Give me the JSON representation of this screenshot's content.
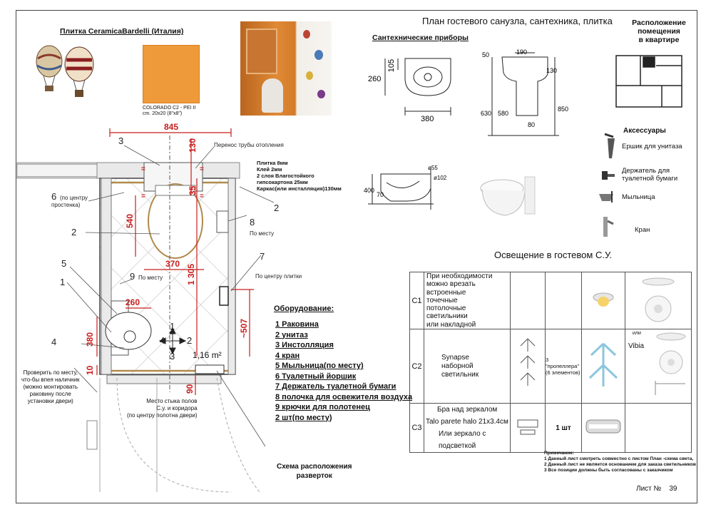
{
  "page": {
    "title": "План гостевого санузла, сантехника, плитка",
    "sheet_label": "Лист №",
    "sheet_number": "39"
  },
  "tile": {
    "heading": "Плитка CeramicaBardelli (Италия)",
    "swatch_color": "#ef9a3a",
    "caption_line1": "COLORADO C2 - PEI II",
    "caption_line2": "cm. 20x20 (8\"x8\")"
  },
  "location": {
    "title_line1": "Расположение",
    "title_line2": "помещения",
    "title_line3": "в квартире"
  },
  "fixtures": {
    "heading": "Сантехнические приборы",
    "sink_top": {
      "d1": "105",
      "d2": "260",
      "d3": "380"
    },
    "sink_side": {
      "d1": "190",
      "d2": "50",
      "d3": "130",
      "d4": "630",
      "d5": "580",
      "d6": "80",
      "d7": "850"
    },
    "toilet": {
      "d1": "ø55",
      "d2": "ø102",
      "d3": "400",
      "d4": "70"
    }
  },
  "accessories": {
    "heading": "Аксессуары",
    "items": [
      "Ершик для унитаза",
      "Держатель для",
      "туалетной бумаги",
      "Мыльница",
      "Кран"
    ]
  },
  "lighting": {
    "heading": "Освещение в гостевом С.У.",
    "rows": [
      {
        "code": "C1",
        "text": [
          "При необходимости",
          "можно врезать",
          "встроенные",
          "точечные",
          "потолочные",
          "светильники",
          "или накладной"
        ]
      },
      {
        "code": "C2",
        "text": [
          "Synapse",
          "наборной",
          "светильник"
        ],
        "qty_line1": "3 \"пропеллера\"",
        "qty_line2": "(6 элементов)",
        "alt": "или",
        "brand": "Vibia"
      },
      {
        "code": "C3",
        "line1": "Бра над зеркалом",
        "line2": "Talo parete halo 21x3.4см",
        "line3": "Или зеркало с подсветкой",
        "qty": "1 шт"
      }
    ]
  },
  "plan": {
    "dims": {
      "w845": "845",
      "h130": "130",
      "h35": "35",
      "h540": "540",
      "w370": "370",
      "h1305": "1 305",
      "w260": "260",
      "h380": "380",
      "h10": "10",
      "h90": "90",
      "h507": "~507"
    },
    "area": "1,16 m²",
    "labels": {
      "n3": "3",
      "n6": "6",
      "n6_note": "(по центру",
      "n6_note2": "простенка)",
      "n2a": "2",
      "n2b": "2",
      "n8": "8",
      "n8_note": "По месту",
      "n7": "7",
      "n7_note": "По центру плитки",
      "n5": "5",
      "n1": "1",
      "n4": "4",
      "n9": "9",
      "n9_note": "По месту",
      "arrow_4": "4",
      "arrow_2": "2",
      "arrow_1": "1",
      "arrow_3": "3"
    },
    "heating_note": "Перенос трубы отопления",
    "layers": [
      "Плитка 8мм",
      "Клей 2мм",
      "2 слоя Влагостойкого",
      "гипсокартона 25мм",
      "Каркас(или инсталляция)130мм"
    ],
    "check_note": [
      "Проверить по месту,",
      "что-бы впея наличник",
      "(можно монтировать",
      "раковину после",
      "установки двери)"
    ],
    "floor_joint": [
      "Место стыка полов",
      "С.у. и коридора",
      "(по центру полотна двери)"
    ],
    "scheme": [
      "Схема расположения",
      "разверток"
    ]
  },
  "equipment": {
    "heading": "Оборудование:",
    "items": [
      "1 Раковина",
      "2 унитаз",
      "3 Инстолляция",
      "4 кран",
      "5 Мыльница(по месту)",
      "6 Туалетный йоршик",
      "7 Держатель туалетной бумаги",
      "8 полочка для освежителя воздуха",
      "9 крючки для полотенец",
      "2 шт(по месту)"
    ]
  },
  "notes": {
    "heading": "Примечание:",
    "items": [
      "1 Данный лист смотреть совместно с листом План -схема света,",
      "2 Данный лист не является основанием для заказа светильников",
      "3 Все позиции должны быть согласованы с заказчиком"
    ]
  },
  "colors": {
    "dimension_red": "#c81d1d",
    "wall_brown": "#b08a4a",
    "tile_orange": "#ef9a3a"
  }
}
